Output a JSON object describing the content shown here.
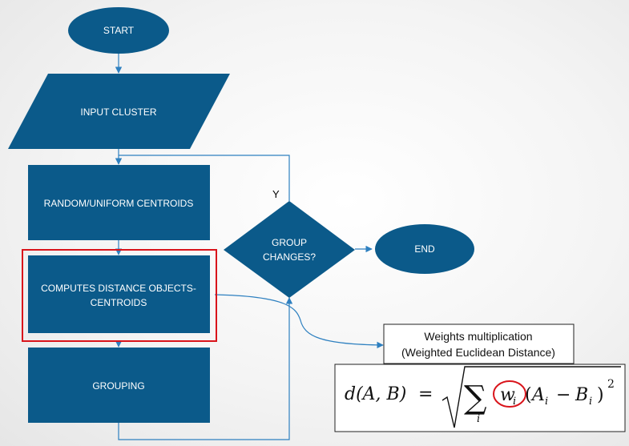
{
  "nodes": {
    "start": "START",
    "input": "INPUT CLUSTER",
    "centroids": "RANDOM/UNIFORM CENTROIDS",
    "distance_line1": "COMPUTES DISTANCE OBJECTS-",
    "distance_line2": "CENTROIDS",
    "grouping": "GROUPING",
    "decision_line1": "GROUP",
    "decision_line2": "CHANGES?",
    "end": "END"
  },
  "branch_label": "Y",
  "callout": {
    "line1": "Weights multiplication",
    "line2": "(Weighted Euclidean Distance)"
  },
  "formula": {
    "lhs": "d(A, B)",
    "equals": "=",
    "sum": "∑",
    "sum_index": "i",
    "weight": "w",
    "weight_sub": "i",
    "open_paren": "(",
    "a": "A",
    "a_sub": "i",
    "minus": "−",
    "b": "B",
    "b_sub": "i",
    "close_paren": ")",
    "exponent": "2"
  },
  "colors": {
    "shape_fill": "#0b5a8a",
    "connector": "#2e80c0",
    "highlight": "#d9141b"
  }
}
